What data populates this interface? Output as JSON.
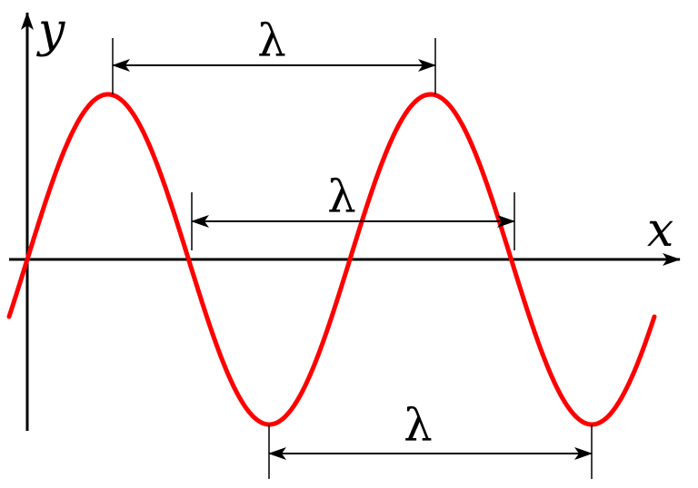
{
  "axes": {
    "x_label": "x",
    "y_label": "y"
  },
  "wavelength": {
    "symbol": "λ",
    "annotations": [
      {
        "id": "crest-to-crest",
        "label": "λ"
      },
      {
        "id": "node-to-node",
        "label": "λ"
      },
      {
        "id": "trough-to-trough",
        "label": "λ"
      }
    ]
  },
  "colors": {
    "wave": "#ff0000",
    "axes": "#000000",
    "markers": "#000000"
  }
}
